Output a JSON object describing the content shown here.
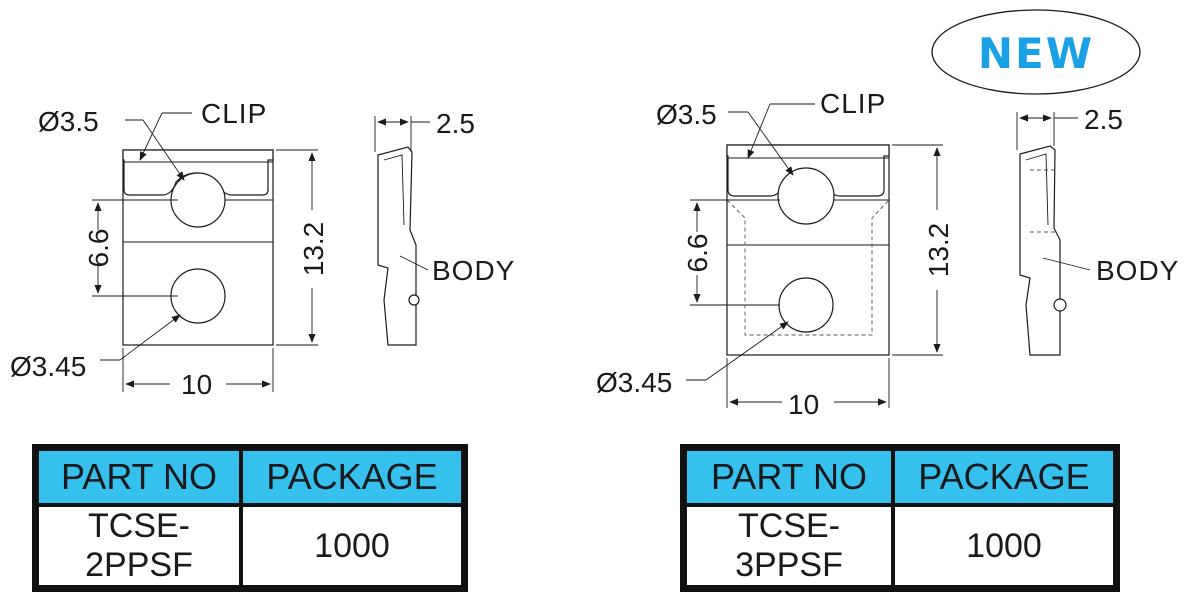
{
  "badge": {
    "text": "NEW",
    "color": "#1aa0e6"
  },
  "colors": {
    "header_fill": "#36c0ee",
    "line": "#1a1a1a"
  },
  "left_drawing": {
    "clip_label": "CLIP",
    "body_label": "BODY",
    "hole_top_dia": "Ø3.5",
    "hole_bottom_dia": "Ø3.45",
    "hole_spacing": "6.6",
    "height": "13.2",
    "width": "10",
    "thickness": "2.5"
  },
  "right_drawing": {
    "clip_label": "CLIP",
    "body_label": "BODY",
    "hole_top_dia": "Ø3.5",
    "hole_bottom_dia": "Ø3.45",
    "hole_spacing": "6.6",
    "height": "13.2",
    "width": "10",
    "thickness": "2.5"
  },
  "left_table": {
    "header_part": "PART NO",
    "header_package": "PACKAGE",
    "part_no": "TCSE-2PPSF",
    "package": "1000"
  },
  "right_table": {
    "header_part": "PART NO",
    "header_package": "PACKAGE",
    "part_no": "TCSE-3PPSF",
    "package": "1000"
  }
}
